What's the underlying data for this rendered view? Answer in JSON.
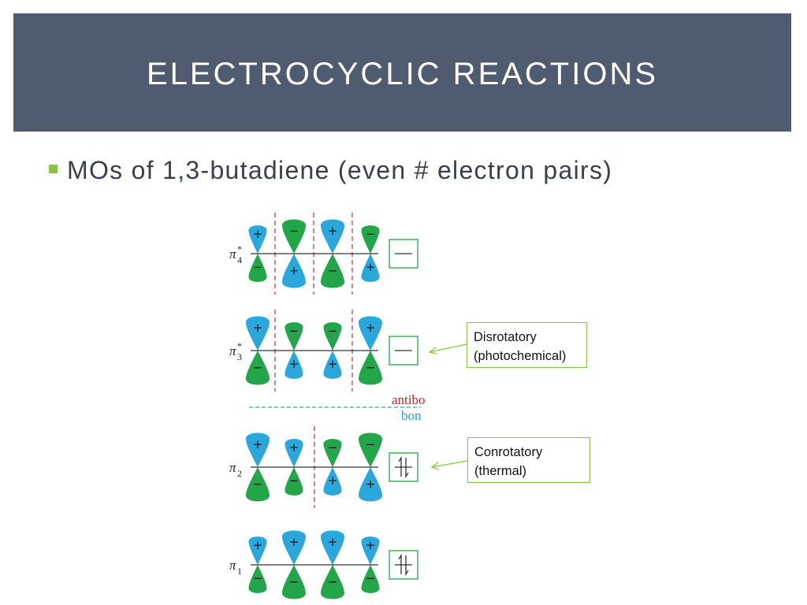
{
  "slide": {
    "title": "ELECTROCYCLIC REACTIONS"
  },
  "bullet": {
    "text": "MOs of 1,3-butadiene (even # electron pairs)"
  },
  "diagram": {
    "orbitals": [
      {
        "label": "π",
        "sup": "*",
        "sub": "4",
        "phases": [
          "+",
          "-",
          "+",
          "-"
        ],
        "nodes": 3,
        "occupancy": "empty"
      },
      {
        "label": "π",
        "sup": "*",
        "sub": "3",
        "phases": [
          "+",
          "-",
          "-",
          "+"
        ],
        "nodes": 2,
        "occupancy": "empty"
      },
      {
        "label": "π",
        "sup": "",
        "sub": "2",
        "phases": [
          "+",
          "+",
          "-",
          "-"
        ],
        "nodes": 1,
        "occupancy": "filled"
      },
      {
        "label": "π",
        "sup": "",
        "sub": "1",
        "phases": [
          "+",
          "+",
          "+",
          "+"
        ],
        "nodes": 0,
        "occupancy": "filled"
      }
    ],
    "divider": {
      "upper_label": "antibo",
      "lower_label": "bon"
    },
    "colors": {
      "positive_lobe": "#2aa8dc",
      "negative_lobe": "#23a64a",
      "node_line": "#d23a48",
      "callout_border": "#8bc53f"
    }
  },
  "callouts": [
    {
      "line1": "Disrotatory",
      "line2": "(photochemical)"
    },
    {
      "line1": "Conrotatory",
      "line2": "(thermal)"
    }
  ]
}
